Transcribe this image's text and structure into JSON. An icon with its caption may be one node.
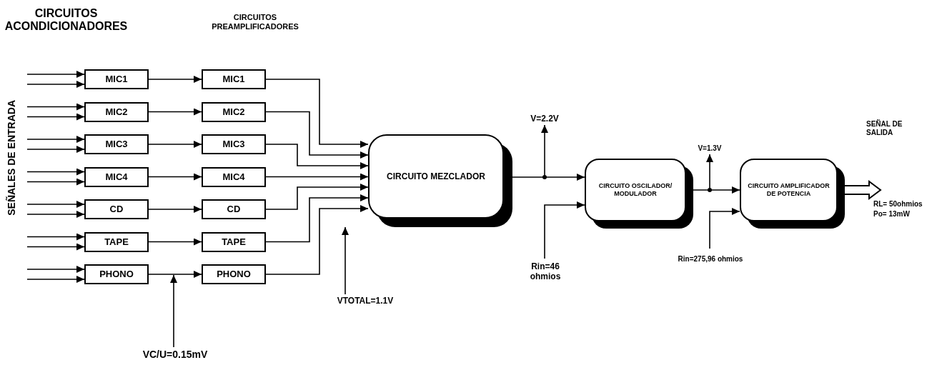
{
  "diagram": {
    "nodes": [
      {
        "text": [
          "MIC1"
        ]
      },
      {
        "text": [
          "MIC2"
        ]
      },
      {
        "text": [
          "MIC3"
        ]
      },
      {
        "text": [
          "MIC4"
        ]
      },
      {
        "text": [
          "CD"
        ]
      },
      {
        "text": [
          "TAPE"
        ]
      },
      {
        "text": [
          "PHONO"
        ]
      },
      {
        "text": [
          "MIC1"
        ]
      },
      {
        "text": [
          "MIC2"
        ]
      },
      {
        "text": [
          "MIC3"
        ]
      },
      {
        "text": [
          "MIC4"
        ]
      },
      {
        "text": [
          "CD"
        ]
      },
      {
        "text": [
          "TAPE"
        ]
      },
      {
        "text": [
          "PHONO"
        ]
      },
      {
        "text": [
          "CIRCUITO MEZCLADOR"
        ]
      },
      {
        "text": [
          "CIRCUITO OSCILADOR/ MODULADOR"
        ]
      },
      {
        "text": [
          "CIRCUITO AMPLIFICADOR DE POTENCIA"
        ]
      },
      {
        "text": [
          "V=2.2V"
        ]
      },
      {
        "text": [
          "Rin=46 ohmios"
        ]
      },
      {
        "text": [
          "VTOTAL=1.1V"
        ]
      },
      {
        "text": [
          "VC/U=0.15mV"
        ]
      },
      {
        "text": [
          "V=1.3V"
        ]
      },
      {
        "text": [
          "Rin=275,96 ohmios"
        ]
      }
    ],
    "edges": [
      {
        "from": null,
        "to": 0,
        "arrow": "to"
      },
      {
        "from": null,
        "to": 0,
        "arrow": "to"
      },
      {
        "from": null,
        "to": 1,
        "arrow": "to"
      },
      {
        "from": null,
        "to": 1,
        "arrow": "to"
      },
      {
        "from": null,
        "to": 2,
        "arrow": "to"
      },
      {
        "from": null,
        "to": 2,
        "arrow": "to"
      },
      {
        "from": null,
        "to": 3,
        "arrow": "to"
      },
      {
        "from": null,
        "to": 3,
        "arrow": "to"
      },
      {
        "from": null,
        "to": 4,
        "arrow": "to"
      },
      {
        "from": null,
        "to": 4,
        "arrow": "to"
      },
      {
        "from": null,
        "to": 5,
        "arrow": "to"
      },
      {
        "from": null,
        "to": 5,
        "arrow": "to"
      },
      {
        "from": null,
        "to": 6,
        "arrow": "to"
      },
      {
        "from": null,
        "to": 6,
        "arrow": "to"
      },
      {
        "from": 0,
        "to": 7,
        "arrow": "to"
      },
      {
        "from": 1,
        "to": 8,
        "arrow": "to"
      },
      {
        "from": 2,
        "to": 9,
        "arrow": "to"
      },
      {
        "from": 3,
        "to": 10,
        "arrow": "to"
      },
      {
        "from": 4,
        "to": 11,
        "arrow": "to"
      },
      {
        "from": 5,
        "to": 12,
        "arrow": "to"
      },
      {
        "from": 6,
        "to": 13,
        "arrow": "to"
      },
      {
        "from": 7,
        "to": 14,
        "arrow": "to"
      },
      {
        "from": 8,
        "to": 14,
        "arrow": "to"
      },
      {
        "from": 9,
        "to": 14,
        "arrow": "to"
      },
      {
        "from": 10,
        "to": 14,
        "arrow": "to"
      },
      {
        "from": 11,
        "to": 14,
        "arrow": "to"
      },
      {
        "from": 12,
        "to": 14,
        "arrow": "to"
      },
      {
        "from": 13,
        "to": 14,
        "arrow": "to"
      },
      {
        "from": 14,
        "to": 15,
        "arrow": "to"
      },
      {
        "from": 15,
        "to": 16,
        "arrow": "to"
      },
      {
        "from": 16,
        "to": null,
        "arrow": "to",
        "style": "thick"
      },
      {
        "from": null,
        "to": 17,
        "arrow": "to"
      },
      {
        "from": 18,
        "to": 15,
        "arrow": "to"
      },
      {
        "from": 19,
        "to": null,
        "arrow": "to"
      },
      {
        "from": 20,
        "to": null,
        "arrow": "to"
      },
      {
        "from": null,
        "to": 21,
        "arrow": "to"
      },
      {
        "from": 22,
        "to": 16,
        "arrow": "to"
      }
    ],
    "labels": [
      "CIRCUITOS ACONDICIONADORES",
      "CIRCUITOS PREAMPLIFICADORES",
      "SEÑALES DE ENTRADA",
      "SEÑAL DE SALIDA",
      "RL= 50ohmios",
      "Po= 13mW"
    ]
  }
}
